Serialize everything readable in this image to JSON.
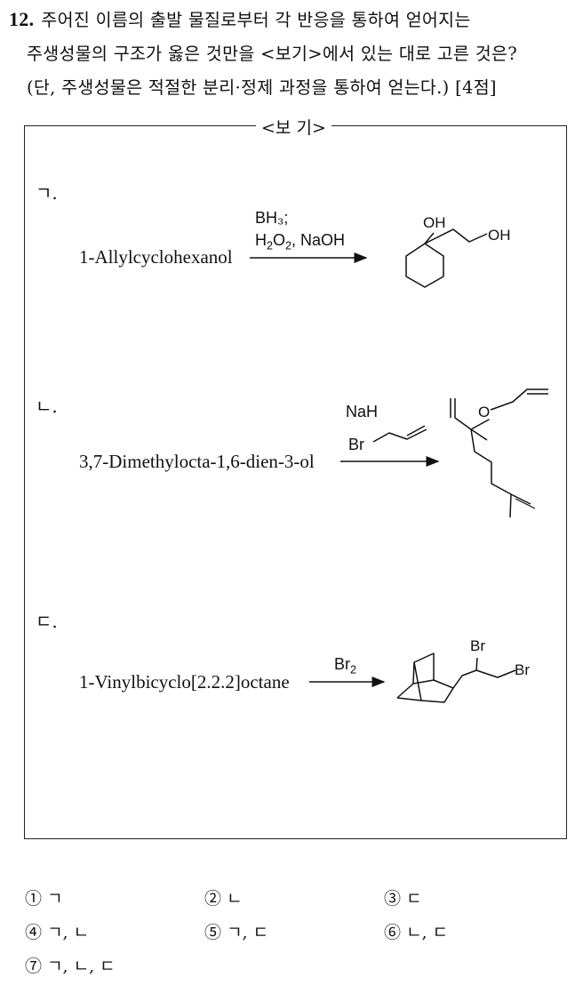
{
  "question": {
    "number": "12.",
    "line1": "주어진 이름의 출발 물질로부터 각 반응을 통하여 얻어지는",
    "line2": "주생성물의 구조가 옳은 것만을 <보기>에서 있는 대로 고른 것은?",
    "line3": "(단, 주생성물은 적절한 분리·정제 과정을 통하여 얻는다.) [4점]"
  },
  "box": {
    "title": "<보 기>",
    "items": [
      {
        "label": "ㄱ.",
        "reactant": "1-Allylcyclohexanol",
        "reagent_line1": "BH₃;",
        "reagent_line2_a": "H",
        "reagent_line2_b": "2",
        "reagent_line2_c": "O",
        "reagent_line2_d": "2",
        "reagent_line2_e": ", NaOH",
        "product_atoms": [
          "OH",
          "OH"
        ]
      },
      {
        "label": "ㄴ.",
        "reactant": "3,7-Dimethylocta-1,6-dien-3-ol",
        "reagent_line1": "NaH",
        "reagent_line2": "Br",
        "product_atoms": [
          "O"
        ]
      },
      {
        "label": "ㄷ.",
        "reactant": "1-Vinylbicyclo[2.2.2]octane",
        "reagent_a": "Br",
        "reagent_b": "2",
        "product_atoms": [
          "Br",
          "Br"
        ]
      }
    ]
  },
  "choices": [
    {
      "num": "①",
      "text": "ㄱ"
    },
    {
      "num": "②",
      "text": "ㄴ"
    },
    {
      "num": "③",
      "text": "ㄷ"
    },
    {
      "num": "④",
      "text": "ㄱ, ㄴ"
    },
    {
      "num": "⑤",
      "text": "ㄱ, ㄷ"
    },
    {
      "num": "⑥",
      "text": "ㄴ, ㄷ"
    },
    {
      "num": "⑦",
      "text": "ㄱ, ㄴ, ㄷ"
    }
  ]
}
